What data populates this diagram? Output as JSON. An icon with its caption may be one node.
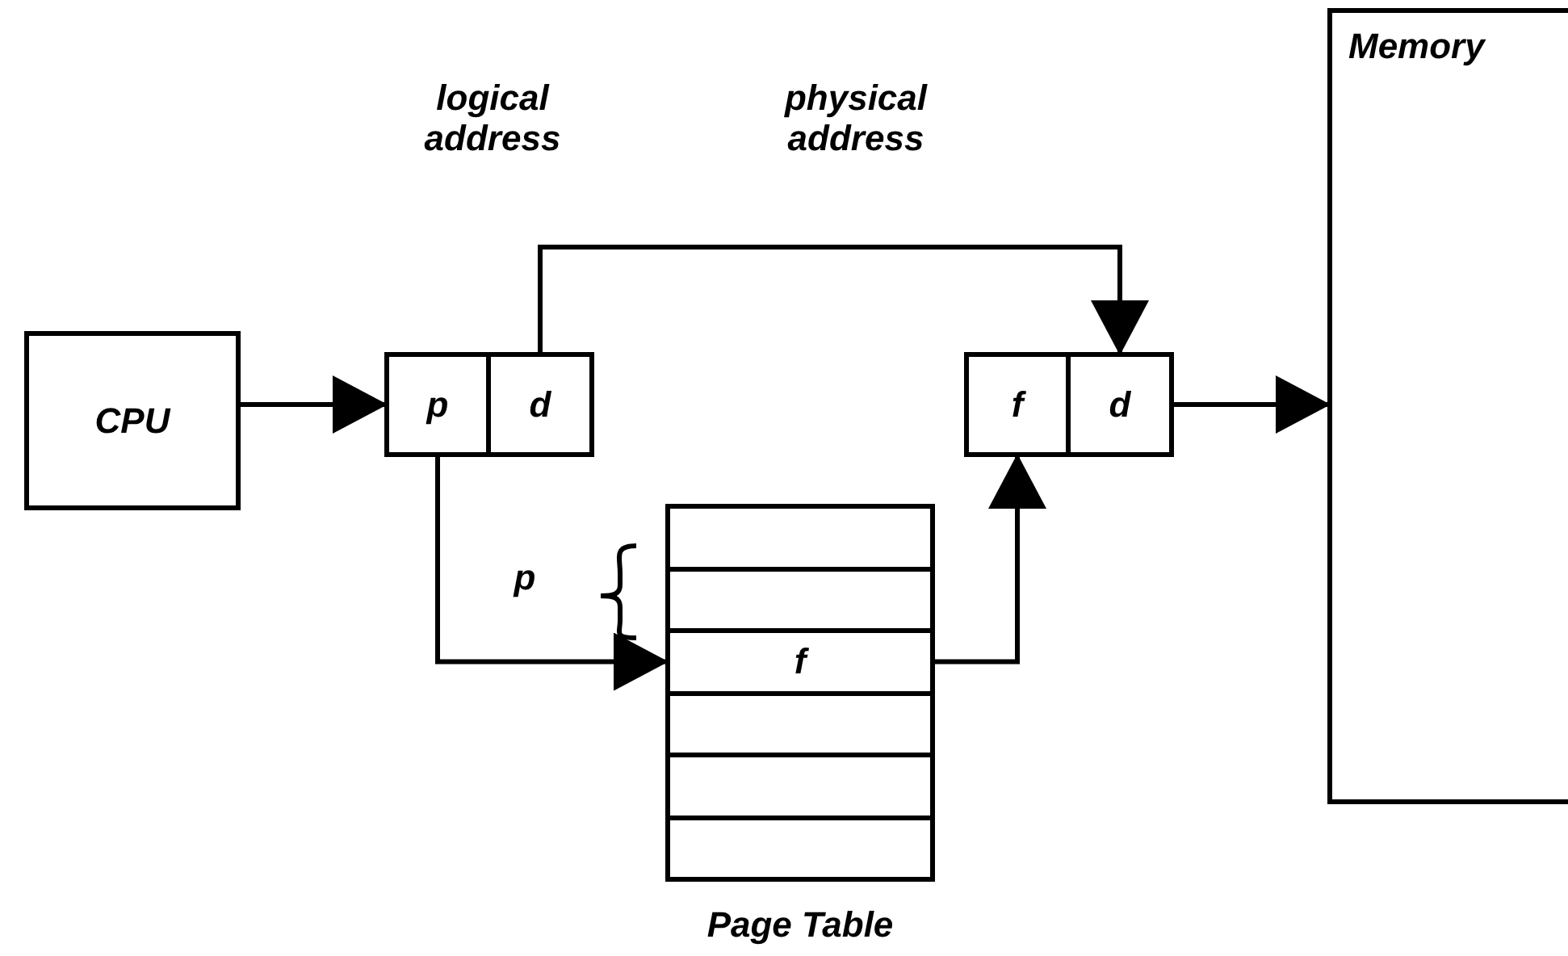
{
  "diagram": {
    "nodes": [
      {
        "text": [
          "CPU"
        ]
      },
      {
        "text": [
          "p"
        ]
      },
      {
        "text": [
          "d"
        ]
      },
      {
        "text": [
          "f"
        ]
      },
      {
        "text": [
          "d"
        ]
      },
      {
        "text": [
          "Memory"
        ]
      },
      {
        "text": [
          "Page Table"
        ]
      },
      {
        "text": [],
        "shape": "box",
        "in": 6
      },
      {
        "text": [],
        "shape": "box",
        "in": 6
      },
      {
        "text": [
          "f"
        ],
        "in": 6
      },
      {
        "text": [],
        "shape": "box",
        "in": 6
      },
      {
        "text": [],
        "shape": "box",
        "in": 6
      },
      {
        "text": [],
        "shape": "box",
        "in": 6
      }
    ],
    "edges": [
      {
        "from": 0,
        "to": 1,
        "arrow": "to"
      },
      {
        "from": 2,
        "to": 4,
        "arrow": "to"
      },
      {
        "from": 1,
        "to": 9,
        "arrow": "to"
      },
      {
        "from": 9,
        "to": 3,
        "arrow": "to"
      },
      {
        "from": 4,
        "to": 5,
        "arrow": "to"
      }
    ],
    "labels": [
      "logical address",
      "physical address",
      "p"
    ]
  }
}
